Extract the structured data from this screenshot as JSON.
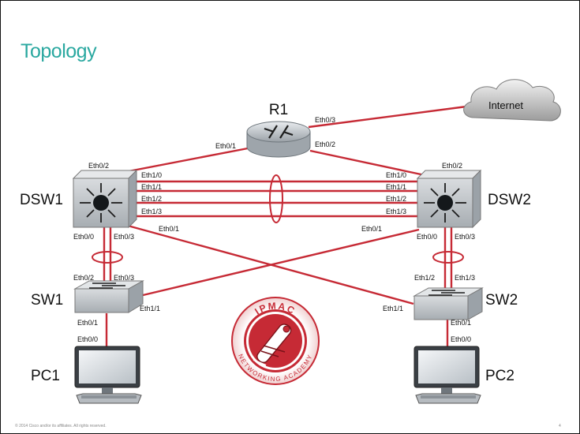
{
  "slide": {
    "title": "Topology",
    "footer": "© 2014 Cisco and/or its affiliates. All rights reserved.",
    "page_number": "4"
  },
  "devices": {
    "r1": "R1",
    "internet": "Internet",
    "dsw1": "DSW1",
    "dsw2": "DSW2",
    "sw1": "SW1",
    "sw2": "SW2",
    "pc1": "PC1",
    "pc2": "PC2"
  },
  "ports": {
    "r1_eth03": "Eth0/3",
    "r1_eth01": "Eth0/1",
    "r1_eth02": "Eth0/2",
    "dsw1_eth02": "Eth0/2",
    "dsw1_eth10": "Eth1/0",
    "dsw1_eth11": "Eth1/1",
    "dsw1_eth12": "Eth1/2",
    "dsw1_eth13": "Eth1/3",
    "dsw1_eth00": "Eth0/0",
    "dsw1_eth03": "Eth0/3",
    "dsw1_eth01": "Eth0/1",
    "dsw2_eth02": "Eth0/2",
    "dsw2_eth10": "Eth1/0",
    "dsw2_eth11": "Eth1/1",
    "dsw2_eth12": "Eth1/2",
    "dsw2_eth13": "Eth1/3",
    "dsw2_eth01": "Eth0/1",
    "dsw2_eth00": "Eth0/0",
    "dsw2_eth03": "Eth0/3",
    "sw1_eth02": "Eth0/2",
    "sw1_eth03": "Eth0/3",
    "sw1_eth11": "Eth1/1",
    "sw1_eth01": "Eth0/1",
    "sw2_eth12": "Eth1/2",
    "sw2_eth13": "Eth1/3",
    "sw2_eth11": "Eth1/1",
    "sw2_eth01": "Eth0/1",
    "pc1_eth00": "Eth0/0",
    "pc2_eth00": "Eth0/0"
  },
  "logo": {
    "top": "IPMAC",
    "ring": "NETWORKING ACADEMY"
  },
  "colors": {
    "link": "#c62a35",
    "title": "#2aa8a0",
    "switch_body": "#d4d7da"
  }
}
